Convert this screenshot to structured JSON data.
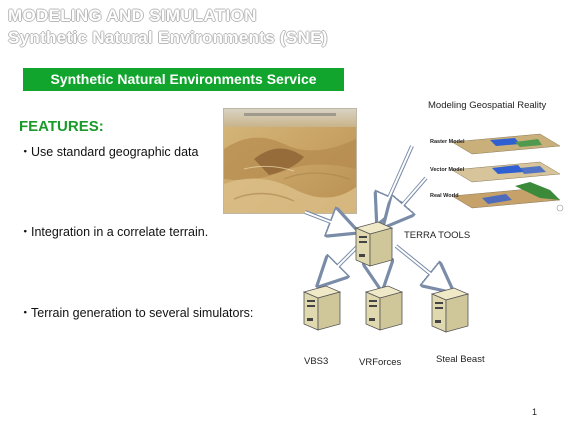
{
  "header": {
    "title_line1": "MODELING AND SIMULATION",
    "title_line2": "Synthetic Natural Environments (SNE)"
  },
  "banner": {
    "text": "Synthetic Natural Environments Service",
    "color": "#11a52e"
  },
  "features": {
    "heading": "FEATURES:",
    "items": [
      "Use standard geographic data",
      "Integration in a correlate terrain.",
      "Terrain generation to several simulators:"
    ]
  },
  "diagram": {
    "geospatial_title": "Modeling Geospatial Reality",
    "models": [
      "Raster Model",
      "Vector Model",
      "Real World"
    ],
    "center_node": "TERRA TOOLS",
    "targets": [
      "VBS3",
      "VRForces",
      "Steal Beast"
    ]
  },
  "footer": {
    "page_number": "1"
  }
}
